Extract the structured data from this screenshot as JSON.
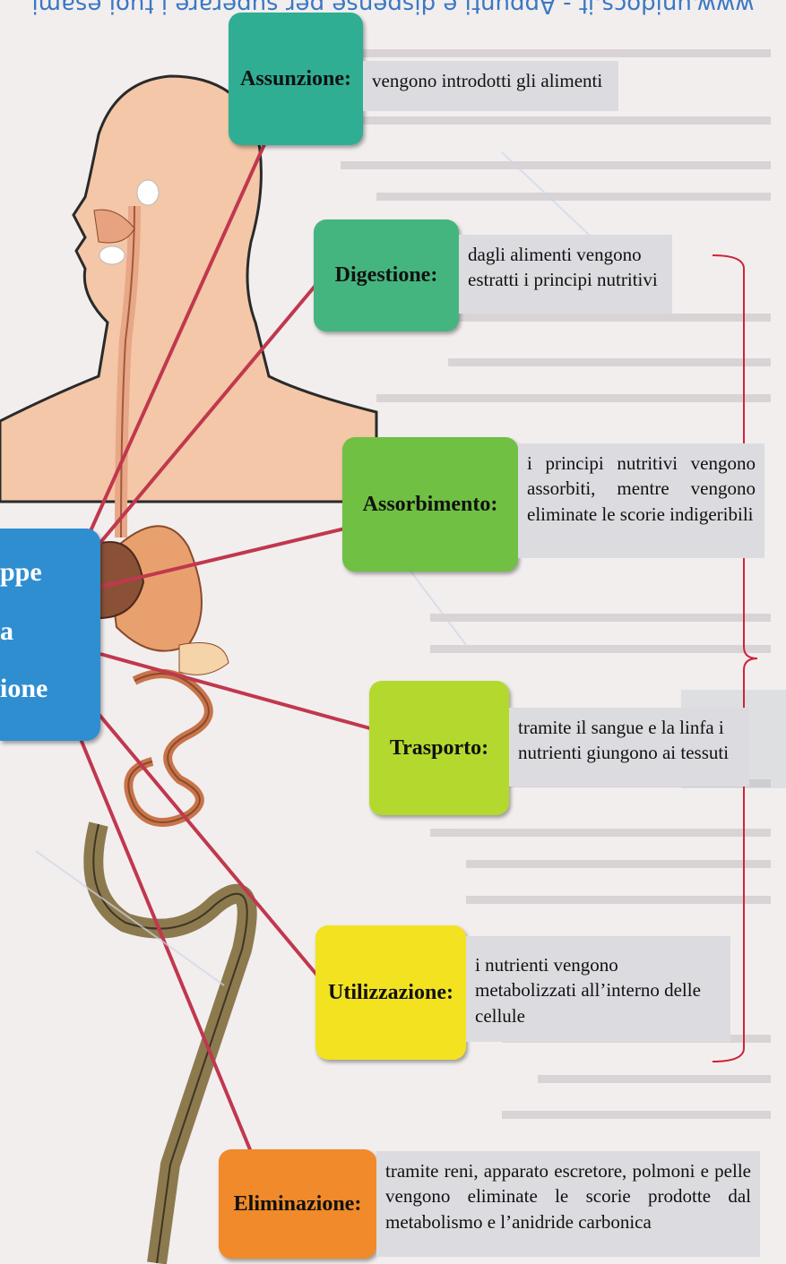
{
  "watermark": "www.unidocs.it  -  Appunti e dispense per superare i tuoi esami",
  "stamp_text": "www.unidocs.it",
  "center_label": [
    "ppe",
    "a",
    "ione"
  ],
  "stages": [
    {
      "label": "Assunzione:",
      "description": "vengono introdotti gli alimenti",
      "color": "#2fae94"
    },
    {
      "label": "Digestione:",
      "description": "dagli alimenti vengono estratti i principi nutritivi",
      "color": "#45b57f"
    },
    {
      "label": "Assorbimento:",
      "description": "i principi nutritivi vengono assorbiti, mentre vengono eliminate le scorie indigeribili",
      "color": "#6fc043"
    },
    {
      "label": "Trasporto:",
      "description": "tramite il sangue e la linfa i nutrienti giungono ai tessuti",
      "color": "#b4d92e"
    },
    {
      "label": "Utilizzazione:",
      "description": "i nutrienti vengono metabolizzati all’interno delle cellule",
      "color": "#f2e220"
    },
    {
      "label": "Eliminazione:",
      "description": "tramite reni, apparato escretore, polmoni e pelle vengono eliminate le scorie prodotte dal metabolismo e l’anidride carbonica",
      "color": "#f08a2a"
    }
  ],
  "colors": {
    "center": "#2f8ed0",
    "connector": "#c0384e",
    "bracket": "#d0223a"
  }
}
